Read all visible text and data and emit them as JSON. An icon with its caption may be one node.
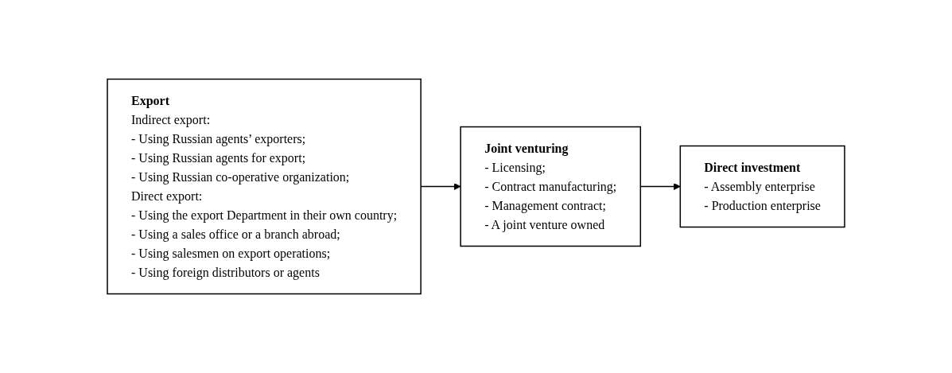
{
  "diagram": {
    "nodes": [
      {
        "text": [
          "Export",
          "Indirect export:",
          "- Using Russian agents’ exporters;",
          "- Using Russian agents for export;",
          "- Using Russian co-operative organization;",
          "Direct export:",
          "- Using the export Department in their own country;",
          "- Using a sales office or a branch abroad;",
          "- Using salesmen on export operations;",
          "- Using foreign distributors or agents"
        ]
      },
      {
        "text": [
          "Joint venturing",
          "- Licensing;",
          "- Contract manufacturing;",
          "- Management contract;",
          "- A joint venture owned"
        ]
      },
      {
        "text": [
          "Direct investment",
          "- Assembly enterprise",
          "- Production enterprise"
        ]
      }
    ],
    "edges": [
      {
        "from": 0,
        "to": 1,
        "arrow": "to"
      },
      {
        "from": 1,
        "to": 2,
        "arrow": "to"
      }
    ]
  }
}
